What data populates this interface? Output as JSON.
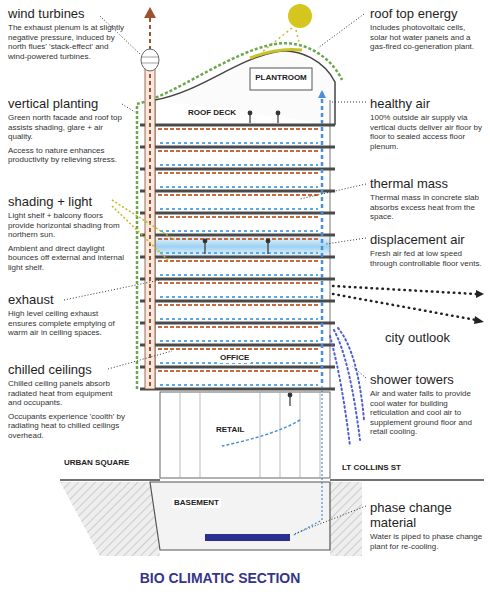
{
  "diagram": {
    "title": "BIO CLIMATIC SECTION",
    "labels": [
      "wind turbines",
      "The exhaust plenum is at slightly negative pressure, induced by north flues' 'stack-effect' and wind-powered turbines.",
      "vertical planting",
      "Green north facade and roof top assists shading, glare + air quality.",
      "Access to nature enhances productivity by relieving stress.",
      "shading + light",
      "Light shelf + balcony floors provide horizontal shading from northern sun.",
      "Ambient and direct daylight bounces off external and internal light shelf.",
      "exhaust",
      "High level ceiling exhaust ensures complete emptying of warm air in ceiling spaces.",
      "chilled ceilings",
      "Chilled ceiling panels absorb radiated heat from equipment and occupants.",
      "Occupants experience 'coolth' by radiating heat to chilled ceilings overhead.",
      "roof top energy",
      "Includes photovoltaic cells, solar hot water panels and a gas-fired co-generation plant.",
      "healthy air",
      "100% outside air supply via vertical ducts deliver air floor by floor to sealed access floor plenum.",
      "thermal mass",
      "Thermal mass in concrete slab absorbs excess heat from the space.",
      "displacement air",
      "Fresh air fed at low speed through controllable floor vents.",
      "city outlook",
      "shower towers",
      "Air and water falls to provide cool water for building reticulation and cool air to supplement ground floor and retail cooling.",
      "phase change material",
      "Water is piped to phase change plant for re-cooling.",
      "PLANTROOM",
      "ROOF DECK",
      "OFFICE",
      "RETAIL",
      "LT COLLINS ST",
      "URBAN SQUARE",
      "BASEMENT"
    ]
  }
}
